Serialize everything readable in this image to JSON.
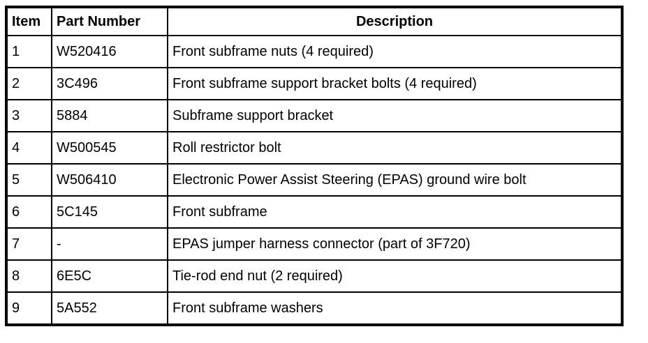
{
  "table": {
    "headers": [
      "Item",
      "Part Number",
      "Description"
    ],
    "rows": [
      {
        "item": "1",
        "part_number": "W520416",
        "description": "Front subframe nuts (4 required)"
      },
      {
        "item": "2",
        "part_number": "3C496",
        "description": "Front subframe support bracket bolts (4 required)"
      },
      {
        "item": "3",
        "part_number": "5884",
        "description": "Subframe support bracket"
      },
      {
        "item": "4",
        "part_number": "W500545",
        "description": "Roll restrictor bolt"
      },
      {
        "item": "5",
        "part_number": "W506410",
        "description": "Electronic Power Assist Steering (EPAS) ground wire bolt"
      },
      {
        "item": "6",
        "part_number": "5C145",
        "description": "Front subframe"
      },
      {
        "item": "7",
        "part_number": "-",
        "description": "EPAS jumper harness connector (part of 3F720)"
      },
      {
        "item": "8",
        "part_number": "6E5C",
        "description": "Tie-rod end nut (2 required)"
      },
      {
        "item": "9",
        "part_number": "5A552",
        "description": "Front subframe washers"
      }
    ],
    "colors": {
      "border": "#000000",
      "background": "#ffffff",
      "text": "#000000"
    }
  }
}
